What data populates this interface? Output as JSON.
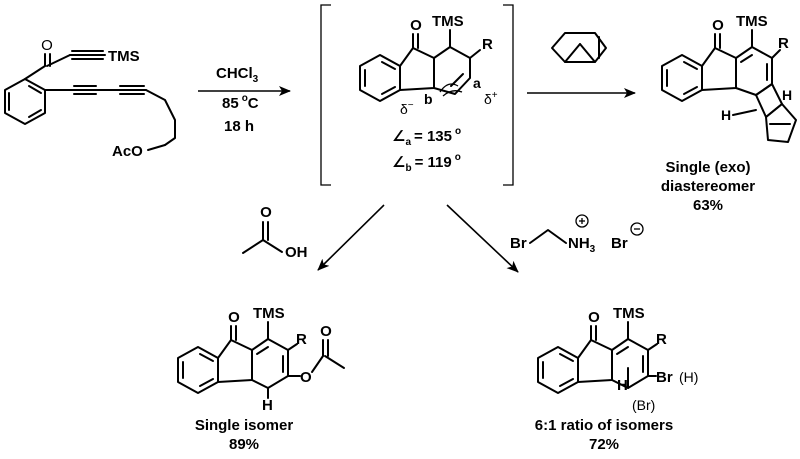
{
  "labels": {
    "tms": "TMS",
    "r": "R",
    "aco": "AcO",
    "o": "O",
    "oh": "OH",
    "h": "H",
    "br": "Br",
    "nh3": "NH",
    "nh3_sub": "3",
    "h_paren": "(H)",
    "br_paren": "(Br)",
    "a": "a",
    "b": "b",
    "delta": "δ",
    "plus": "+",
    "minus": "−"
  },
  "conditions": {
    "solvent": "CHCl",
    "solvent_sub": "3",
    "temperature": "85",
    "temp_unit": "C",
    "time": "18 h"
  },
  "angles": {
    "a_value": "= 135",
    "b_value": "= 119",
    "deg": "o"
  },
  "products": {
    "norbornene": {
      "line1": "Single (exo)",
      "line2": "diastereomer",
      "yield": "63%"
    },
    "acetate": {
      "line1": "Single isomer",
      "yield": "89%"
    },
    "bromide": {
      "line1": "6:1 ratio of isomers",
      "yield": "72%"
    }
  }
}
